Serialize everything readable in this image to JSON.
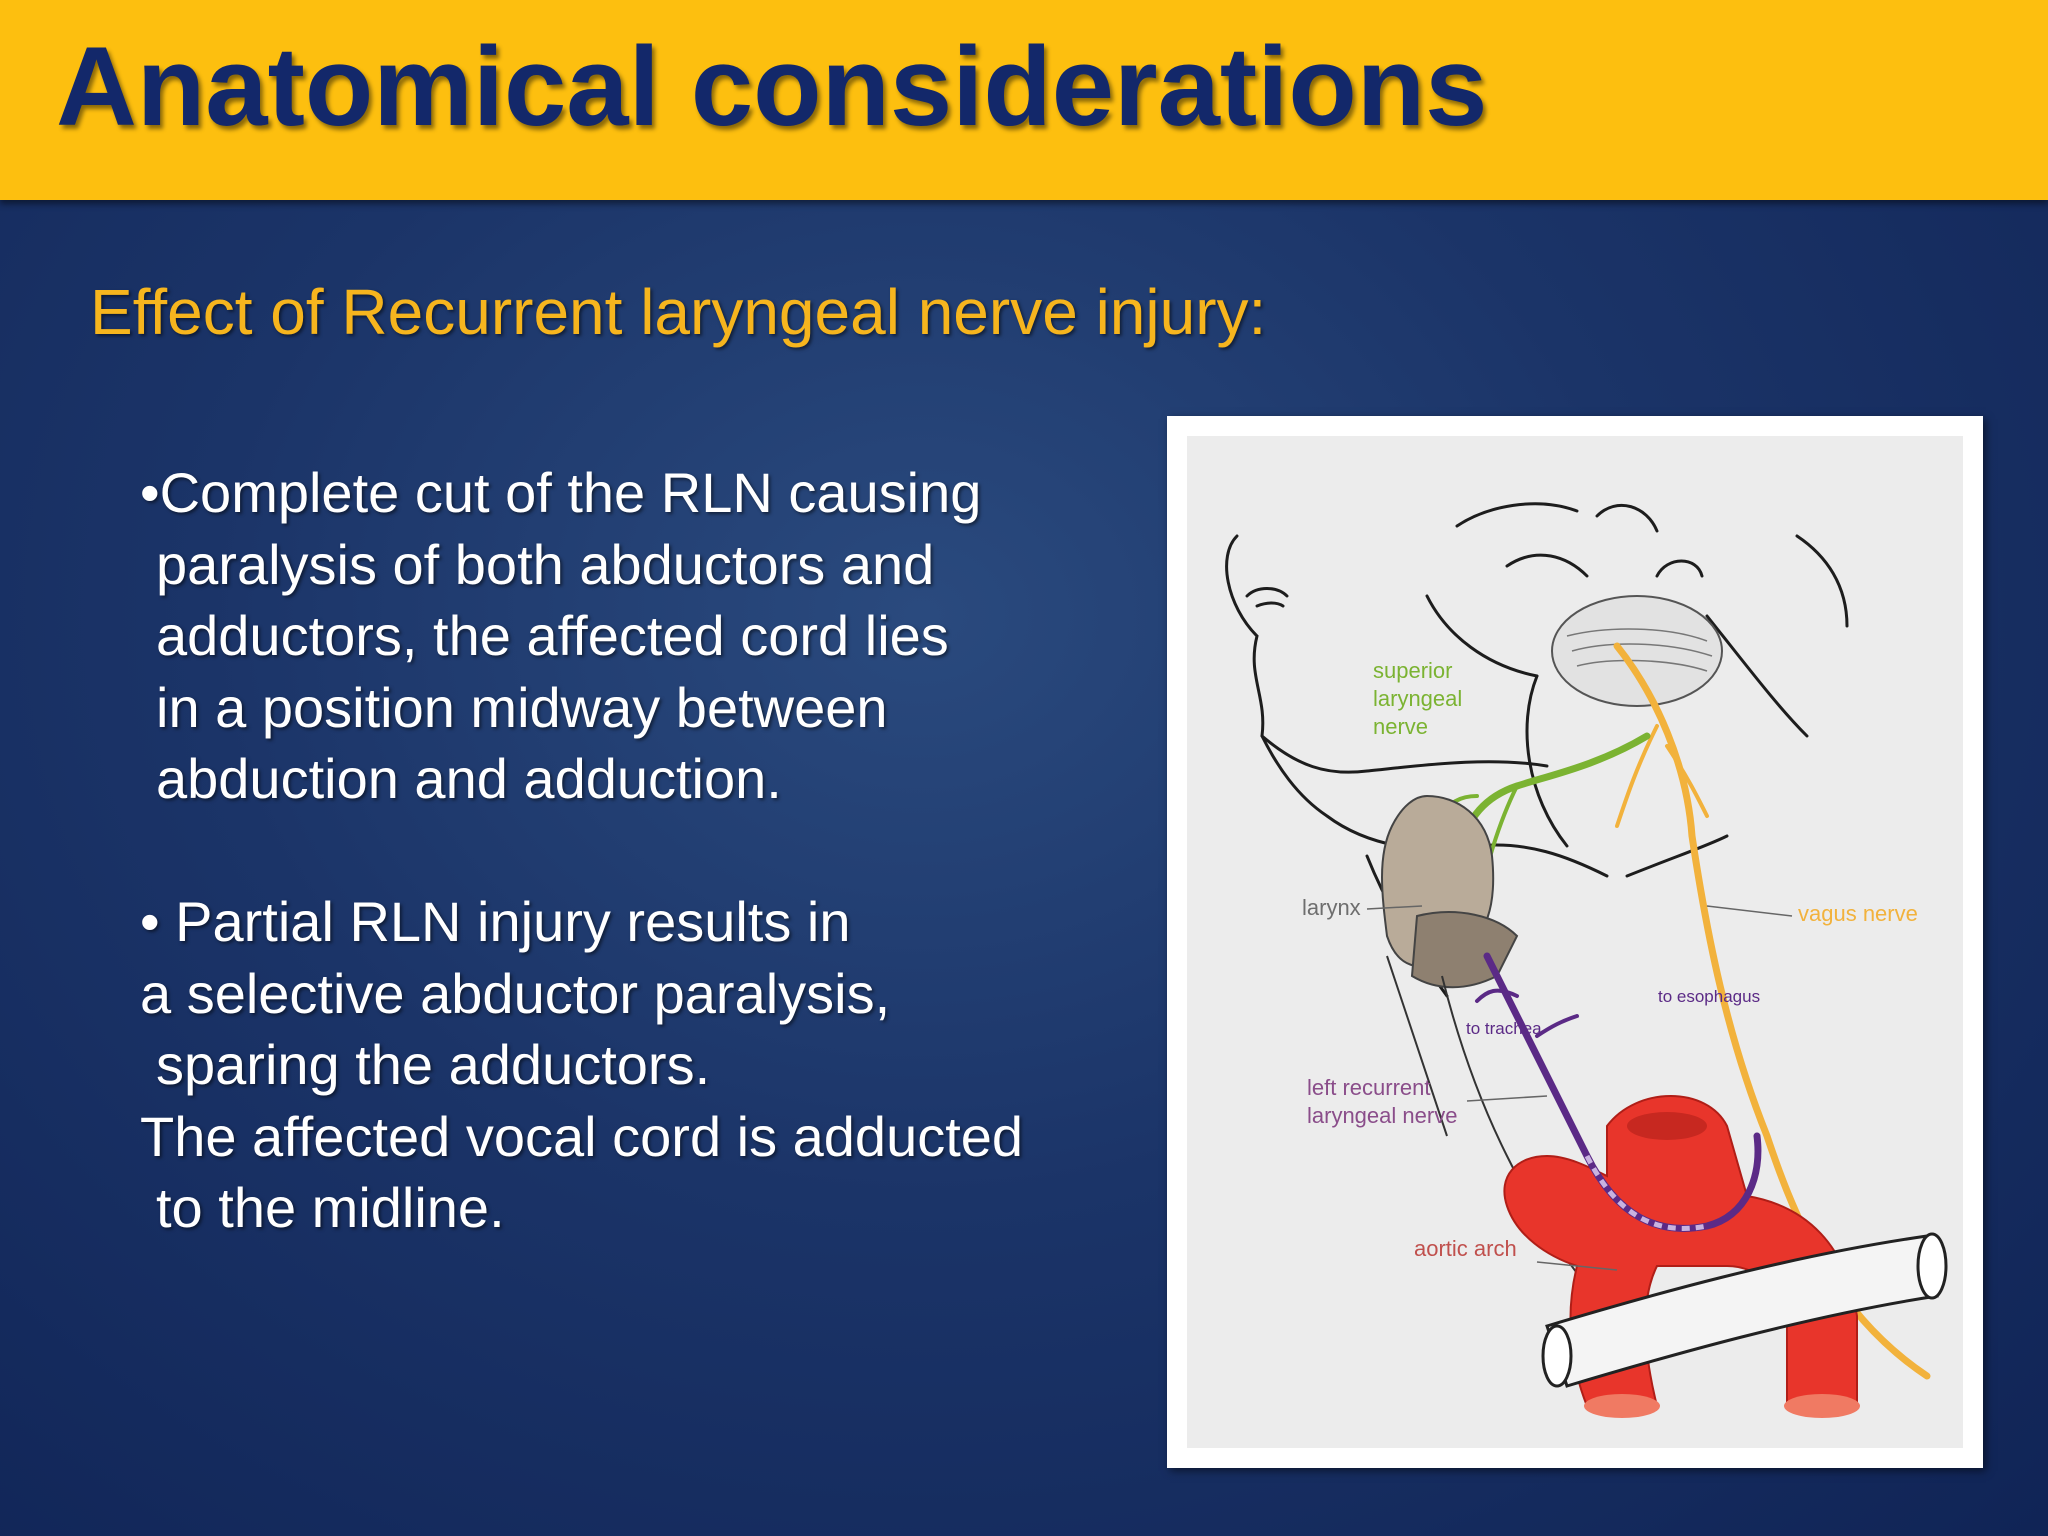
{
  "header": {
    "title": "Anatomical considerations"
  },
  "subtitle": "Effect of Recurrent laryngeal nerve injury:",
  "bullets": [
    {
      "lines": [
        "•Complete cut of the RLN causing",
        "paralysis of both abductors and",
        "adductors, the affected cord lies",
        "in a position midway between",
        "abduction and adduction."
      ]
    },
    {
      "lines": [
        "• Partial RLN injury results in",
        "a selective abductor paralysis,",
        "sparing the adductors.",
        "The affected vocal cord is adducted",
        "to the midline."
      ]
    }
  ],
  "figure": {
    "labels": {
      "superior_laryngeal_nerve": [
        "superior",
        "laryngeal",
        "nerve"
      ],
      "larynx": "larynx",
      "vagus_nerve": "vagus nerve",
      "to_esophagus": "to esophagus",
      "to_trachea": "to trachea",
      "left_recurrent_laryngeal_nerve": [
        "left recurrent",
        "laryngeal nerve"
      ],
      "aortic_arch": "aortic arch"
    },
    "colors": {
      "header_bg": "#fdbf0f",
      "title_text": "#13286a",
      "subtitle_text": "#f6b51e",
      "superior_nerve": "#7bb332",
      "vagus_nerve": "#f2b23c",
      "recurrent_nerve": "#5b2a86",
      "aorta": "#e8352b",
      "larynx": "#b9ab99"
    }
  }
}
